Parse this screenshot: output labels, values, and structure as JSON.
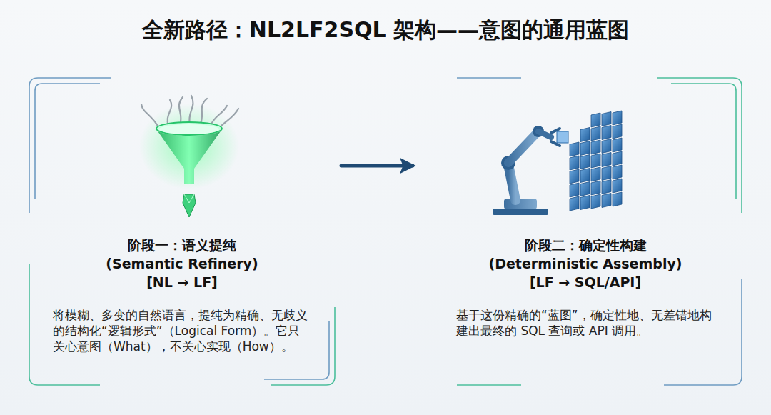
{
  "diagram": {
    "title": "全新路径：NL2LF2SQL 架构——意图的通用蓝图",
    "nodes": [
      {
        "text": [
          "阶段一：语义提纯",
          "(Semantic Refinery)",
          "[NL → LF]",
          "将模糊、多变的自然语言，提纯为精确、无歧义的结构化“逻辑形式”（Logical Form）。它只关心意图（What），不关心实现（How）。"
        ]
      },
      {
        "text": [
          "阶段二：确定性构建",
          "(Deterministic Assembly)",
          "[LF → SQL/API]",
          "基于这份精确的“蓝图”，确定性地、无差错地构建出最终的 SQL 查询或 API 调用。"
        ]
      }
    ],
    "edges": [
      {
        "from": 0,
        "to": 1,
        "arrow": "to"
      }
    ]
  }
}
